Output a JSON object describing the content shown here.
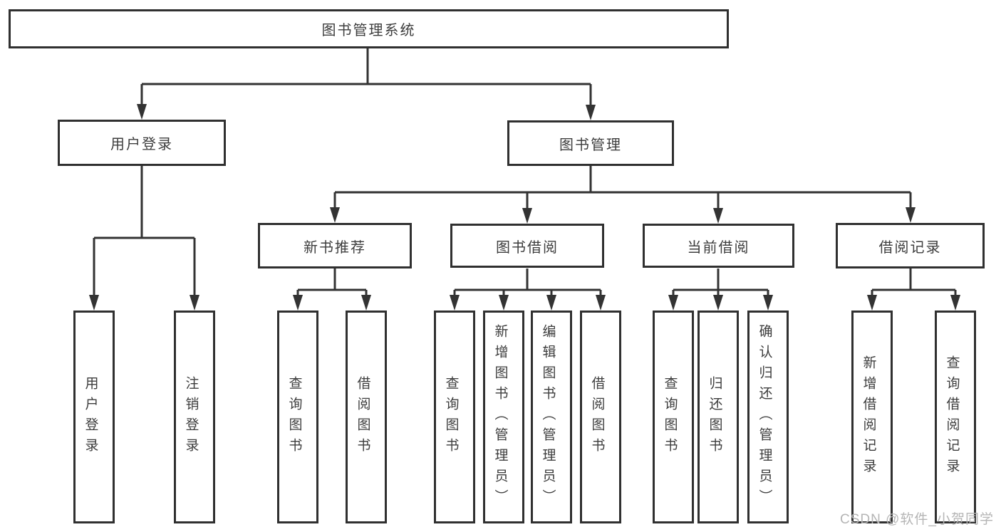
{
  "title": "图书管理系统",
  "watermark": {
    "text": "CSDN @软件_小贺同学"
  },
  "colors": {
    "line": "#333333",
    "box_border": "#303030",
    "box_background": "#ffffff",
    "text": "#3d3d3d",
    "watermark": "#b5b5b5"
  },
  "tree": {
    "root": {
      "label": "图书管理系统"
    },
    "branches": [
      {
        "label": "用户登录",
        "children": [
          {
            "label": "用户登录"
          },
          {
            "label": "注销登录"
          }
        ]
      },
      {
        "label": "图书管理",
        "children": [
          {
            "label": "新书推荐",
            "children": [
              {
                "label": "查询图书"
              },
              {
                "label": "借阅图书"
              }
            ]
          },
          {
            "label": "图书借阅",
            "children": [
              {
                "label": "查询图书"
              },
              {
                "label": "新增图书（管理员）"
              },
              {
                "label": "编辑图书（管理员）"
              },
              {
                "label": "借阅图书"
              }
            ]
          },
          {
            "label": "当前借阅",
            "children": [
              {
                "label": "查询图书"
              },
              {
                "label": "归还图书"
              },
              {
                "label": "确认归还（管理员）"
              }
            ]
          },
          {
            "label": "借阅记录",
            "children": [
              {
                "label": "新增借阅记录"
              },
              {
                "label": "查询借阅记录"
              }
            ]
          }
        ]
      }
    ]
  }
}
